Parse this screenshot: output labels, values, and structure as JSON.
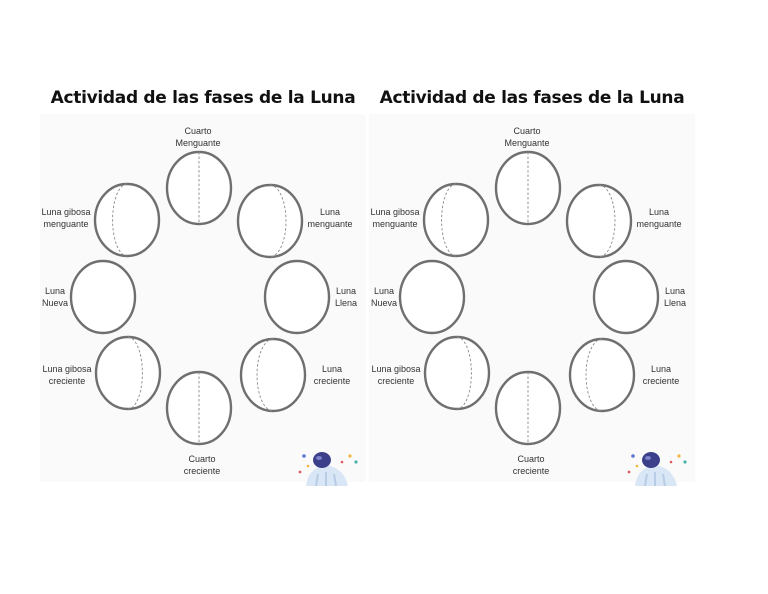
{
  "colors": {
    "outline": "#6f6f6f",
    "guide": "#8a8a8a",
    "title": "#111111",
    "label": "#333333",
    "astronaut_helmet": "#3c3f8a",
    "astronaut_suit": "#d9e6f5",
    "confetti": [
      "#f2b640",
      "#e2585b",
      "#4ab3a8",
      "#5b78d0"
    ]
  },
  "sheets": [
    {
      "title": "Actividad de las fases de la Luna",
      "phases": [
        {
          "label": "Cuarto\nMenguante",
          "guide": "half"
        },
        {
          "label": "Luna gibosa\nmenguante",
          "guide": "gibbous-left"
        },
        {
          "label": "Luna\nmenguante",
          "guide": "crescent-right"
        },
        {
          "label": "Luna\nNueva",
          "guide": "none"
        },
        {
          "label": "Luna\nLlena",
          "guide": "none"
        },
        {
          "label": "Luna gibosa\ncreciente",
          "guide": "gibbous-right"
        },
        {
          "label": "Luna\ncreciente",
          "guide": "crescent-left"
        },
        {
          "label": "Cuarto\ncreciente",
          "guide": "half"
        }
      ],
      "decoration_icon": "astronaut-icon"
    },
    {
      "title": "Actividad de las fases de la Luna",
      "phases": [
        {
          "label": "Cuarto\nMenguante",
          "guide": "half"
        },
        {
          "label": "Luna gibosa\nmenguante",
          "guide": "gibbous-left"
        },
        {
          "label": "Luna\nmenguante",
          "guide": "crescent-right"
        },
        {
          "label": "Luna\nNueva",
          "guide": "none"
        },
        {
          "label": "Luna\nLlena",
          "guide": "none"
        },
        {
          "label": "Luna gibosa\ncreciente",
          "guide": "gibbous-right"
        },
        {
          "label": "Luna\ncreciente",
          "guide": "crescent-left"
        },
        {
          "label": "Cuarto\ncreciente",
          "guide": "half"
        }
      ],
      "decoration_icon": "astronaut-icon"
    }
  ]
}
